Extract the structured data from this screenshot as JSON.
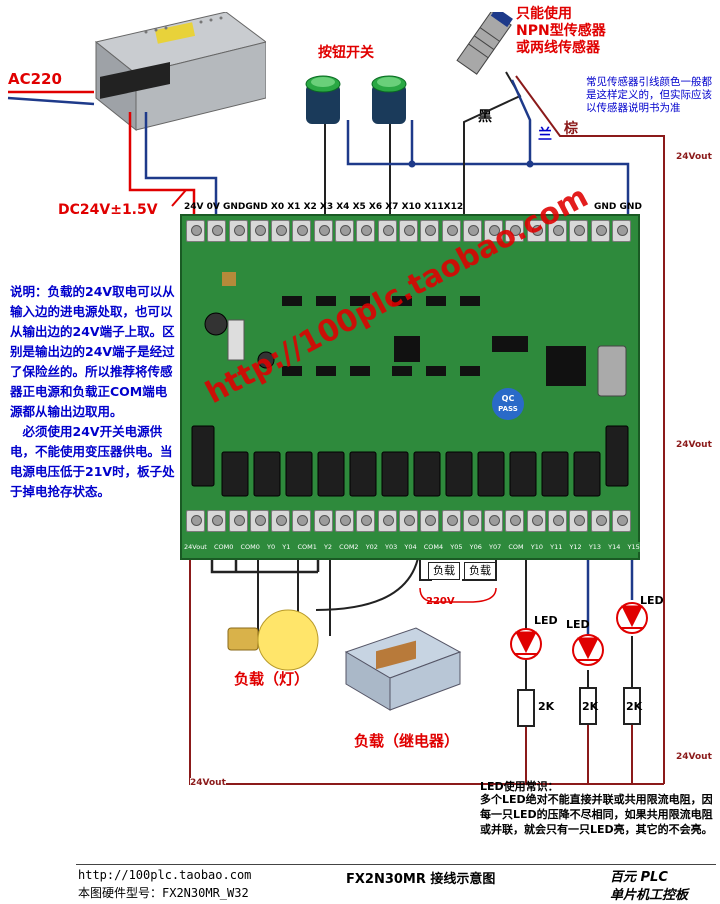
{
  "labels": {
    "ac220": "AC220",
    "dc24": "DC24V±1.5V",
    "button_switch": "按钮开关",
    "npn_sensor": "只能使用\nNPN型传感器\n或两线传感器",
    "sensor_wire_note": "常见传感器引线颜色一般都是这样定义的，但实际应该以传感器说明书为准",
    "wire_black": "黑",
    "wire_blue": "兰",
    "wire_brown": "棕",
    "v24out_1": "24Vout",
    "v24out_2": "24Vout",
    "v24out_3": "24Vout",
    "v24out_4": "24Vout",
    "load_box_1": "负载",
    "load_box_2": "负载",
    "v220": "220V",
    "load_lamp": "负载（灯）",
    "load_relay": "负载（继电器）",
    "led_1": "LED",
    "led_2": "LED",
    "led_3": "LED",
    "res_1": "2K",
    "res_2": "2K",
    "res_3": "2K",
    "watermark": "http://100plc.taobao.com",
    "qc": "QC\nPASS"
  },
  "top_pins": [
    "24V",
    "0V",
    "GND",
    "GND",
    "X0",
    "X1",
    "X2",
    "X3",
    "X4",
    "X5",
    "X6",
    "X7",
    "X10",
    "X11",
    "X12",
    "",
    "",
    "",
    "",
    "",
    "",
    "GND",
    "GND"
  ],
  "top_header": "24V 0V GNDGND X0 X1 X2 X3 X4 X5 X6 X7 X10 X11X12",
  "top_header_right": "GND GND",
  "bottom_pins": [
    "24Vout",
    "COM0",
    "COM0",
    "Y0",
    "Y1",
    "COM1",
    "Y2",
    "COM2",
    "Y02",
    "Y03",
    "Y04",
    "COM4",
    "Y05",
    "Y06",
    "Y07",
    "COM",
    "Y10",
    "Y11",
    "Y12",
    "Y13",
    "Y14",
    "Y15"
  ],
  "left_note": "说明：负载的24V取电可以从输入边的进电源处取，也可以从输出边的24V端子上取。区别是输出边的24V端子是经过了保险丝的。所以推荐将传感器正电源和负载正COM端电源都从输出边取用。\n　必须使用24V开关电源供电，不能使用变压器供电。当电源电压低于21V时，板子处于掉电抢存状态。",
  "led_note_title": "LED使用常识：",
  "led_note_body": "多个LED绝对不能直接并联或共用限流电阻，因每一只LED的压降不尽相同，如果共用限流电阻或并联，就会只有一只LED亮，其它的不会亮。",
  "footer": {
    "url": "http://100plc.taobao.com",
    "model": "本图硬件型号：FX2N30MR_W32",
    "title": "FX2N30MR 接线示意图",
    "brand": "百元 PLC",
    "subtitle": "单片机工控板"
  }
}
